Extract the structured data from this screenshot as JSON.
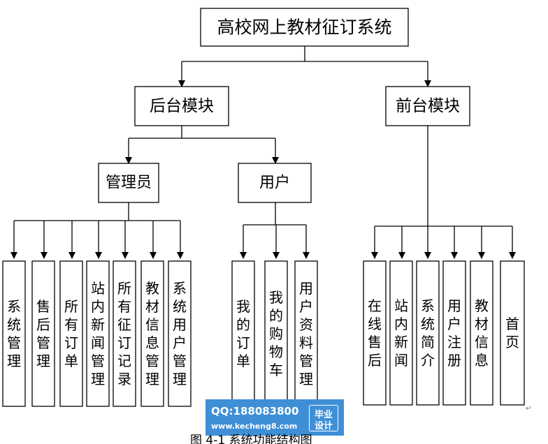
{
  "diagram": {
    "root": "高校网上教材征订系统",
    "backend": "后台模块",
    "frontend": "前台模块",
    "admin": "管理员",
    "user": "用户",
    "admin_items": [
      "系统管理",
      "售后管理",
      "所有订单",
      "站内新闻管理",
      "所有征订记录",
      "教材信息管理",
      "系统用户管理"
    ],
    "user_items": [
      "我的订单",
      "我的购物车",
      "用户资料管理"
    ],
    "front_items": [
      "在线售后",
      "站内新闻",
      "系统简介",
      "用户注册",
      "教材信息",
      "首页"
    ]
  },
  "watermark": {
    "qq": "QQ:188083800",
    "url": "www.kecheng8.com",
    "badge_line1": "毕业",
    "badge_line2": "设计"
  },
  "caption": "图 4-1 系统功能结构图",
  "paragraph_mark": "↵"
}
